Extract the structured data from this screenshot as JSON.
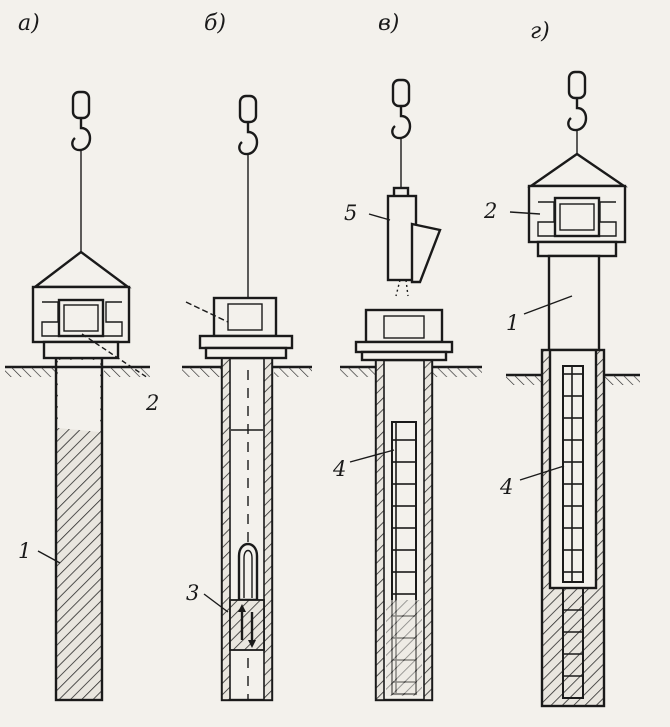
{
  "panels": [
    {
      "label": "а)"
    },
    {
      "label": "б)"
    },
    {
      "label": "в)"
    },
    {
      "label": "г)"
    }
  ],
  "callouts": {
    "a_2": "2",
    "a_1": "1",
    "b_3": "3",
    "v_5": "5",
    "v_4": "4",
    "g_2": "2",
    "g_1": "1",
    "g_4": "4"
  }
}
